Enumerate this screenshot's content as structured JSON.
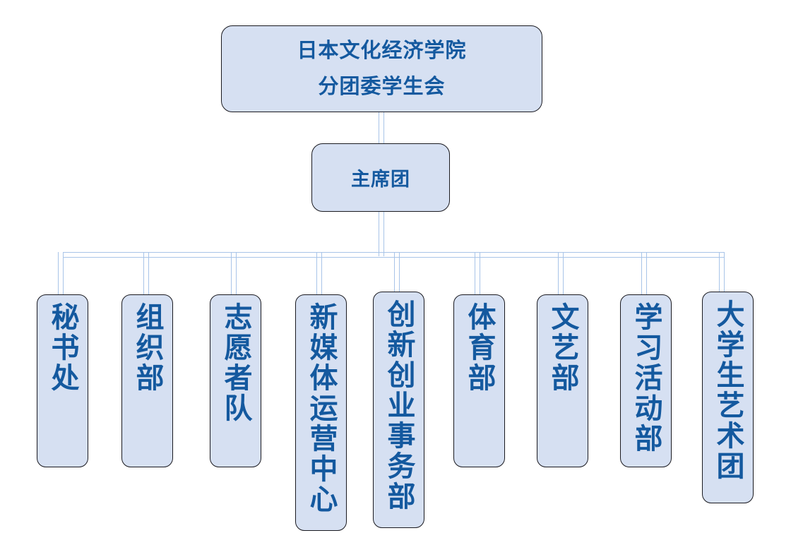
{
  "diagram": {
    "title_node": {
      "line1": "日本文化经济学院",
      "line2": "分团委学生会"
    },
    "second_level": {
      "label": "主席团"
    },
    "departments": [
      {
        "label": "秘书处"
      },
      {
        "label": "组织部"
      },
      {
        "label": "志愿者队"
      },
      {
        "label": "新媒体运营中心"
      },
      {
        "label": "创新创业事务部"
      },
      {
        "label": "体育部"
      },
      {
        "label": "文艺部"
      },
      {
        "label": "学习活动部"
      },
      {
        "label": "大学生艺术团"
      }
    ],
    "colors": {
      "node_fill": "#d6e0f2",
      "node_border": "#1a1a20",
      "text": "#14599f",
      "connector": "#a8c4e8",
      "background": "#ffffff"
    }
  }
}
